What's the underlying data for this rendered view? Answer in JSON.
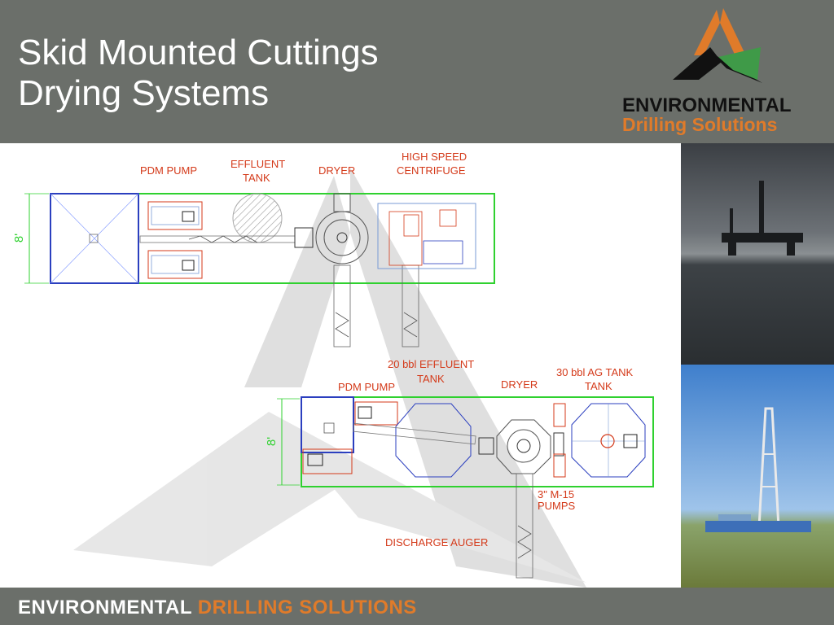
{
  "slide": {
    "title_line1": "Skid Mounted Cuttings",
    "title_line2": "Drying Systems"
  },
  "logo": {
    "line1": "ENVIRONMENTAL",
    "line2": "Drilling Solutions"
  },
  "footer": {
    "part1": "ENVIRONMENTAL",
    "part2": "DRILLING SOLUTIONS"
  },
  "diagram_top": {
    "pdm_pump": "PDM PUMP",
    "effluent_tank_1": "EFFLUENT",
    "effluent_tank_2": "TANK",
    "dryer": "DRYER",
    "centrifuge_1": "HIGH SPEED",
    "centrifuge_2": "CENTRIFUGE",
    "width_dim": "8'"
  },
  "diagram_bottom": {
    "effluent_1": "20 bbl EFFLUENT",
    "effluent_2": "TANK",
    "pdm_pump": "PDM PUMP",
    "dryer": "DRYER",
    "ag_tank_1": "30 bbl AG TANK",
    "ag_tank_2": "TANK",
    "pumps_1": "3\" M-15",
    "pumps_2": "PUMPS",
    "auger": "DISCHARGE AUGER",
    "width_dim": "8'"
  },
  "colors": {
    "header_bg": "#6b6f6a",
    "accent_orange": "#e07b2a",
    "label_red": "#d43a1a",
    "skid_green": "#2fd12f",
    "tank_blue": "#2b3fbf"
  }
}
